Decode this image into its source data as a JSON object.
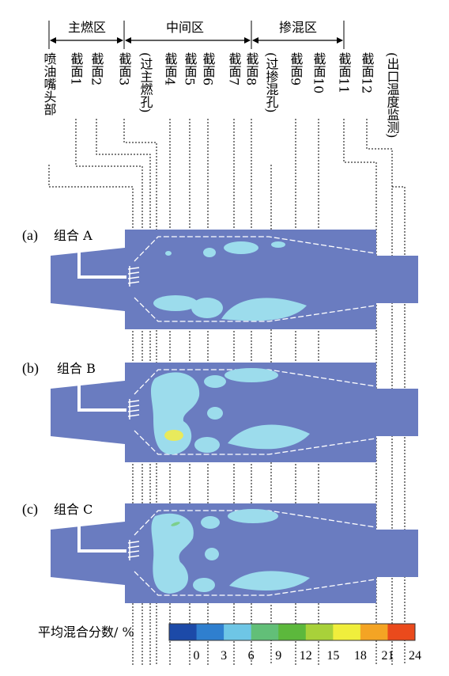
{
  "zones": [
    {
      "label": "主燃区"
    },
    {
      "label": "中间区"
    },
    {
      "label": "掺混区"
    }
  ],
  "sections": [
    {
      "label": "喷油嘴头部"
    },
    {
      "label": "截面1"
    },
    {
      "label": "截面2"
    },
    {
      "label": "截面3"
    },
    {
      "label": "(过主燃孔)"
    },
    {
      "label": "截面4"
    },
    {
      "label": "截面5"
    },
    {
      "label": "截面6"
    },
    {
      "label": "截面7"
    },
    {
      "label": "截面8"
    },
    {
      "label": "(过掺混孔)"
    },
    {
      "label": "截面9"
    },
    {
      "label": "截面10"
    },
    {
      "label": "截面11"
    },
    {
      "label": "截面12"
    },
    {
      "label": "(出口温度监测)"
    }
  ],
  "panels": [
    {
      "tag": "(a)",
      "title": "组合 A"
    },
    {
      "tag": "(b)",
      "title": "组合 B"
    },
    {
      "tag": "(c)",
      "title": "组合 C"
    }
  ],
  "colorbar": {
    "label": "平均混合分数/ %",
    "ticks": [
      "0",
      "3",
      "6",
      "9",
      "12",
      "15",
      "18",
      "21",
      "24"
    ],
    "colors": [
      "#1c4aa8",
      "#2f7fcf",
      "#6ec6e6",
      "#62bf78",
      "#5cb83c",
      "#a8d13a",
      "#f0ee3c",
      "#f4a424",
      "#ea4a1c"
    ]
  }
}
